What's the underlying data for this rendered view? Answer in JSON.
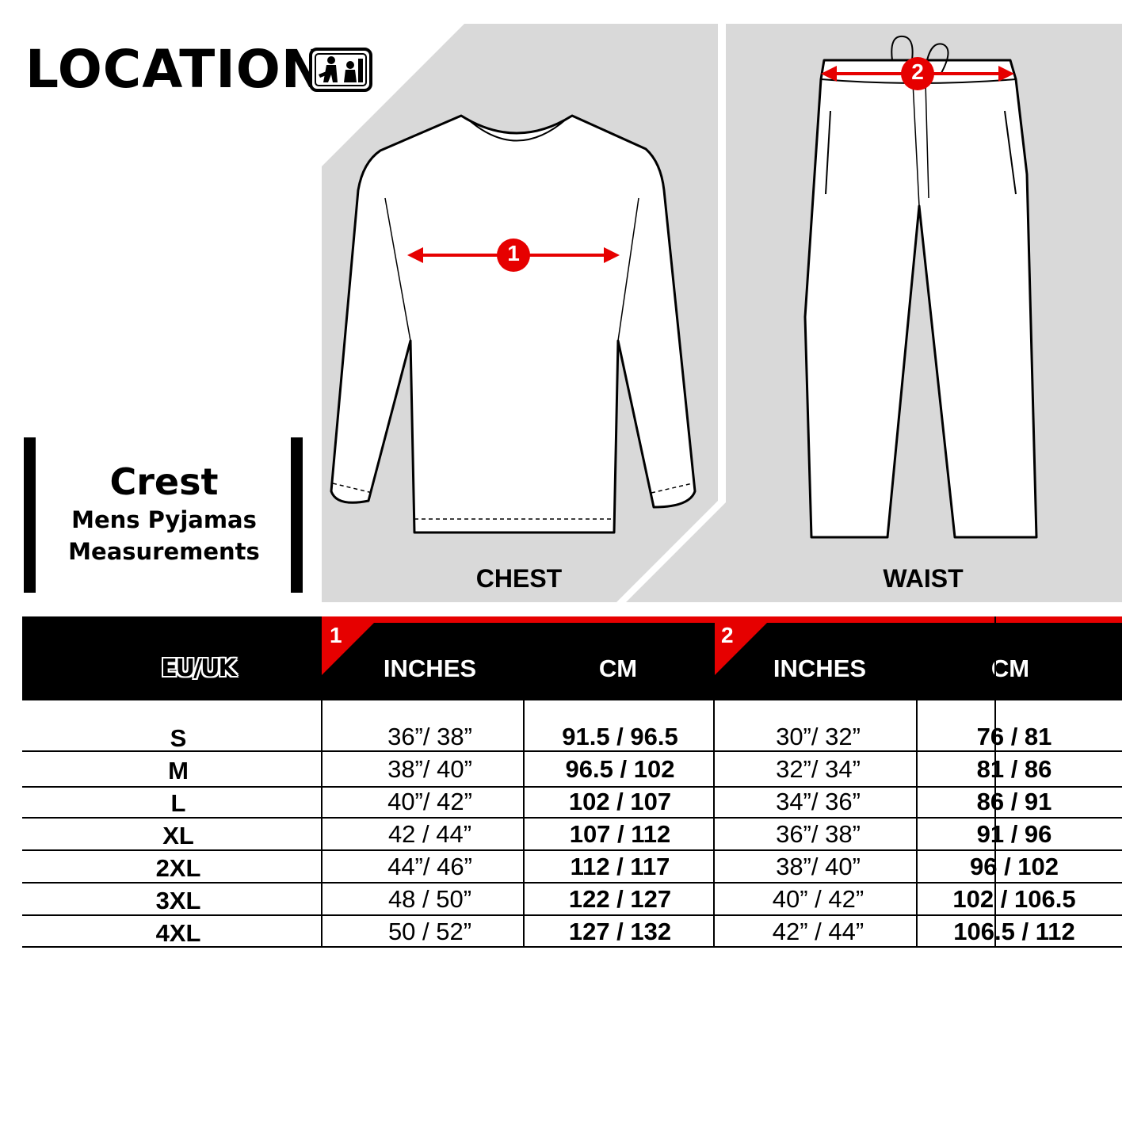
{
  "brand": {
    "name": "LOCATION",
    "logo_icon": "location-logo-icon"
  },
  "title": {
    "product": "Crest",
    "line1": "Mens Pyjamas",
    "line2": "Measurements"
  },
  "panels": {
    "top": {
      "label": "CHEST",
      "marker": "1",
      "icon": "long-sleeve-top-icon"
    },
    "bottom": {
      "label": "WAIST",
      "marker": "2",
      "icon": "pyjama-trousers-icon"
    }
  },
  "colors": {
    "accent": "#e60000",
    "panel_bg": "#d9d9d9",
    "header_bg": "#000000"
  },
  "table": {
    "size_header": "EU/UK",
    "groups": [
      {
        "marker": "1",
        "inches_header": "INCHES",
        "cm_header": "CM"
      },
      {
        "marker": "2",
        "inches_header": "INCHES",
        "cm_header": "CM"
      }
    ],
    "rows": [
      {
        "size": "S",
        "chest_in": "36”/ 38”",
        "chest_cm": "91.5 / 96.5",
        "waist_in": "30”/ 32”",
        "waist_cm": "76 / 81"
      },
      {
        "size": "M",
        "chest_in": "38”/ 40”",
        "chest_cm": "96.5 / 102",
        "waist_in": "32”/ 34”",
        "waist_cm": "81 / 86"
      },
      {
        "size": "L",
        "chest_in": "40”/ 42”",
        "chest_cm": "102 / 107",
        "waist_in": "34”/ 36”",
        "waist_cm": "86 / 91"
      },
      {
        "size": "XL",
        "chest_in": "42 / 44”",
        "chest_cm": "107 / 112",
        "waist_in": "36”/ 38”",
        "waist_cm": "91 / 96"
      },
      {
        "size": "2XL",
        "chest_in": "44”/ 46”",
        "chest_cm": "112 / 117",
        "waist_in": "38”/ 40”",
        "waist_cm": "96 / 102"
      },
      {
        "size": "3XL",
        "chest_in": "48 / 50”",
        "chest_cm": "122 / 127",
        "waist_in": "40” / 42”",
        "waist_cm": "102 / 106.5"
      },
      {
        "size": "4XL",
        "chest_in": "50 / 52”",
        "chest_cm": "127 / 132",
        "waist_in": "42” / 44”",
        "waist_cm": "106.5 / 112"
      }
    ]
  }
}
